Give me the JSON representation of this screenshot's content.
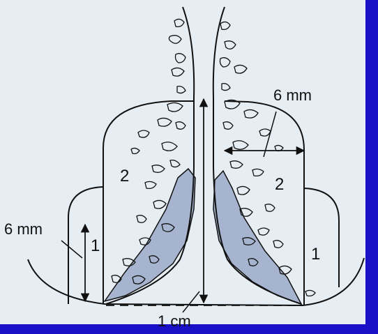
{
  "labels": {
    "zone_2_left": "2",
    "zone_2_right": "2",
    "zone_1_left": "1",
    "zone_1_right": "1",
    "six_mm_left": "6 mm",
    "six_mm_right": "6 mm",
    "one_cm": "1 cm"
  },
  "colors": {
    "frame": "#1a10c8",
    "paper": "#e6eef3",
    "ink": "#111111",
    "shade": "#a6b4cf"
  }
}
